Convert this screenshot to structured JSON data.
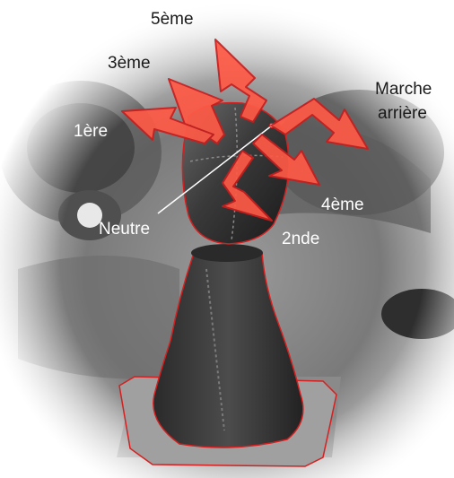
{
  "labels": {
    "fifth": "5ème",
    "third": "3ème",
    "first": "1ère",
    "neutral": "Neutre",
    "second": "2nde",
    "fourth": "4ème",
    "reverse_line1": "Marche",
    "reverse_line2": "arrière"
  },
  "colors": {
    "arrow_fill": "#ff5a46",
    "arrow_stroke": "#c81e1e",
    "outline": "#d42020"
  }
}
